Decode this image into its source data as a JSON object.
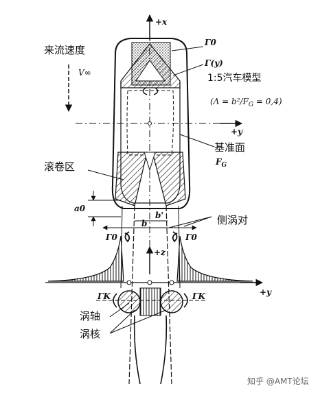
{
  "labels": {
    "freestream_speed": "来流速度",
    "v_infinity": "V∞",
    "model_title": "1:5汽车模型",
    "aspect_ratio": "(Λ = b²/F",
    "aspect_ratio_sub": "G",
    "aspect_ratio_tail": " = 0,4)",
    "reference_area": "基准面",
    "reference_area_symbol": "F",
    "reference_area_sub": "G",
    "rollup_region": "滚卷区",
    "side_vortex_pair": "侧涡对",
    "vortex_axis": "涡轴",
    "vortex_core": "涡核",
    "axis_x": "+x",
    "axis_y_top": "+y",
    "axis_z": "+z",
    "axis_y_bottom": "+y",
    "gamma0_top": "Γ0",
    "gamma_y": "Γ(y)",
    "gamma0_left": "Γ0",
    "gamma0_right": "Γ0",
    "gammaK_left": "ΓK",
    "gammaK_right": "ΓK",
    "a0": "a0",
    "b": "b",
    "b_prime": "b'",
    "watermark": "知乎 @AMT论坛"
  },
  "colors": {
    "ink": "#111111",
    "background": "#ffffff",
    "watermark": "#777777"
  }
}
